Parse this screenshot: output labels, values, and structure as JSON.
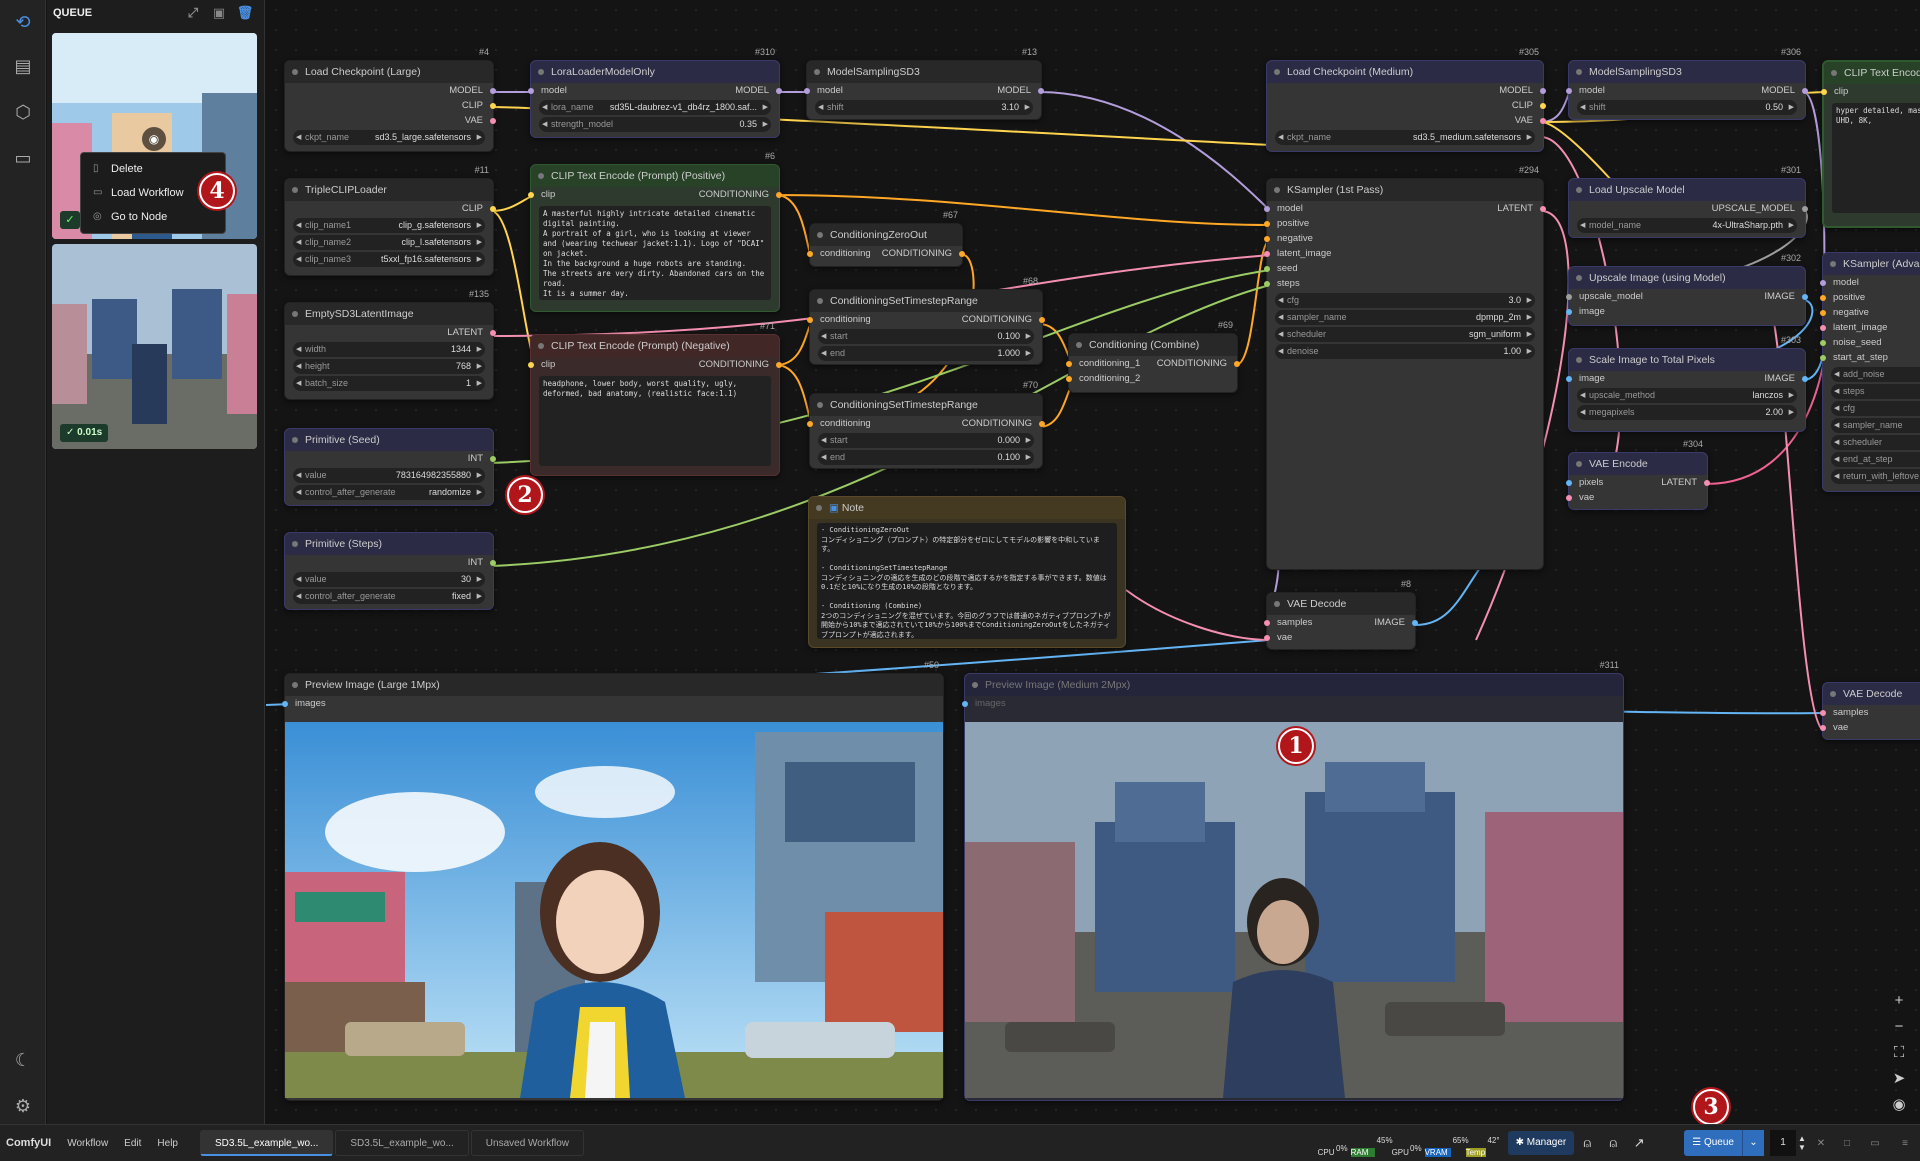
{
  "app": {
    "name": "ComfyUI"
  },
  "menu": [
    "Workflow",
    "Edit",
    "Help"
  ],
  "tabs": [
    {
      "label": "SD3.5L_example_wo...",
      "active": true
    },
    {
      "label": "SD3.5L_example_wo...",
      "active": false
    },
    {
      "label": "Unsaved Workflow",
      "active": false
    }
  ],
  "queue_panel": {
    "title": "QUEUE",
    "item2_time": "0.01s"
  },
  "context_menu": {
    "delete": "Delete",
    "load": "Load Workflow",
    "goto": "Go to Node"
  },
  "stats": {
    "cpu_label": "CPU",
    "cpu": "0%",
    "ram_label": "RAM",
    "ram": "45%",
    "gpu_label": "GPU",
    "gpu": "0%",
    "vram_label": "VRAM",
    "vram": "65%",
    "temp_label": "Temp",
    "temp": "42°"
  },
  "toolbar": {
    "manager": "Manager",
    "queue": "Queue",
    "count": "1"
  },
  "badges": {
    "b1": "1",
    "b2": "2",
    "b3": "3",
    "b4": "4"
  },
  "nodes": {
    "n4": {
      "id": "#4",
      "title": "Load Checkpoint (Large)",
      "out1": "MODEL",
      "out2": "CLIP",
      "out3": "VAE",
      "w_label": "ckpt_name",
      "w_value": "sd3.5_large.safetensors"
    },
    "n310": {
      "id": "#310",
      "title": "LoraLoaderModelOnly",
      "in": "model",
      "out": "MODEL",
      "w1_label": "lora_name",
      "w1_value": "sd35L-daubrez-v1_db4rz_1800.saf...",
      "w2_label": "strength_model",
      "w2_value": "0.35"
    },
    "n13": {
      "id": "#13",
      "title": "ModelSamplingSD3",
      "in": "model",
      "out": "MODEL",
      "w_label": "shift",
      "w_value": "3.10"
    },
    "n305": {
      "id": "#305",
      "title": "Load Checkpoint (Medium)",
      "out1": "MODEL",
      "out2": "CLIP",
      "out3": "VAE",
      "w_label": "ckpt_name",
      "w_value": "sd3.5_medium.safetensors"
    },
    "n306": {
      "id": "#306",
      "title": "ModelSamplingSD3",
      "in": "model",
      "out": "MODEL",
      "w_label": "shift",
      "w_value": "0.50"
    },
    "n_clipR": {
      "title": "CLIP Text Encod",
      "in": "clip",
      "text": "hyper detailed, mast\nUHD, 8K,"
    },
    "n11": {
      "id": "#11",
      "title": "TripleCLIPLoader",
      "out": "CLIP",
      "w1_label": "clip_name1",
      "w1_value": "clip_g.safetensors",
      "w2_label": "clip_name2",
      "w2_value": "clip_l.safetensors",
      "w3_label": "clip_name3",
      "w3_value": "t5xxl_fp16.safetensors"
    },
    "n6": {
      "id": "#6",
      "title": "CLIP Text Encode (Prompt) (Positive)",
      "in": "clip",
      "out": "CONDITIONING",
      "text": "A masterful highly intricate detailed cinematic digital painting.\nA portrait of a girl, who is looking at viewer and (wearing techwear jacket:1.1). Logo of \"DCAI\" on jacket.\nIn the background a huge robots are standing.\nThe streets are very dirty. Abandoned cars on the road.\nIt is a summer day.\nColorful buildings stand in ruins, and grass and trees grow everywhere."
    },
    "n67": {
      "id": "#67",
      "title": "ConditioningZeroOut",
      "in": "conditioning",
      "out": "CONDITIONING"
    },
    "n135": {
      "id": "#135",
      "title": "EmptySD3LatentImage",
      "out": "LATENT",
      "w1_label": "width",
      "w1_value": "1344",
      "w2_label": "height",
      "w2_value": "768",
      "w3_label": "batch_size",
      "w3_value": "1"
    },
    "n71": {
      "id": "#71",
      "title": "CLIP Text Encode (Prompt) (Negative)",
      "in": "clip",
      "out": "CONDITIONING",
      "text": "headphone, lower body, worst quality, ugly, deformed, bad anatomy, (realistic face:1.1)"
    },
    "n68": {
      "id": "#68",
      "title": "ConditioningSetTimestepRange",
      "in": "conditioning",
      "out": "CONDITIONING",
      "w1_label": "start",
      "w1_value": "0.100",
      "w2_label": "end",
      "w2_value": "1.000"
    },
    "n70": {
      "id": "#70",
      "title": "ConditioningSetTimestepRange",
      "in": "conditioning",
      "out": "CONDITIONING",
      "w1_label": "start",
      "w1_value": "0.000",
      "w2_label": "end",
      "w2_value": "0.100"
    },
    "n69": {
      "id": "#69",
      "title": "Conditioning (Combine)",
      "in1": "conditioning_1",
      "in2": "conditioning_2",
      "out": "CONDITIONING"
    },
    "n294": {
      "id": "#294",
      "title": "KSampler (1st Pass)",
      "in1": "model",
      "in2": "positive",
      "in3": "negative",
      "in4": "latent_image",
      "in5": "seed",
      "in6": "steps",
      "out": "LATENT",
      "w1_label": "cfg",
      "w1_value": "3.0",
      "w2_label": "sampler_name",
      "w2_value": "dpmpp_2m",
      "w3_label": "scheduler",
      "w3_value": "sgm_uniform",
      "w4_label": "denoise",
      "w4_value": "1.00"
    },
    "n301": {
      "id": "#301",
      "title": "Load Upscale Model",
      "out": "UPSCALE_MODEL",
      "w_label": "model_name",
      "w_value": "4x-UltraSharp.pth"
    },
    "n302": {
      "id": "#302",
      "title": "Upscale Image (using Model)",
      "in1": "upscale_model",
      "in2": "image",
      "out": "IMAGE"
    },
    "n303": {
      "id": "#303",
      "title": "Scale Image to Total Pixels",
      "in": "image",
      "out": "IMAGE",
      "w1_label": "upscale_method",
      "w1_value": "lanczos",
      "w2_label": "megapixels",
      "w2_value": "2.00"
    },
    "n304": {
      "id": "#304",
      "title": "VAE Encode",
      "in1": "pixels",
      "in2": "vae",
      "out": "LATENT"
    },
    "n_ks2": {
      "title": "KSampler (Adva",
      "in1": "model",
      "in2": "positive",
      "in3": "negative",
      "in4": "latent_image",
      "in5": "noise_seed",
      "in6": "start_at_step",
      "w1": "add_noise",
      "w2": "steps",
      "w3": "cfg",
      "w4": "sampler_name",
      "w5": "scheduler",
      "w6": "end_at_step",
      "w7": "return_with_leftove"
    },
    "seed": {
      "title": "Primitive (Seed)",
      "out": "INT",
      "w1_label": "value",
      "w1_value": "783164982355880",
      "w2_label": "control_after_generate",
      "w2_value": "randomize"
    },
    "steps": {
      "title": "Primitive (Steps)",
      "out": "INT",
      "w1_label": "value",
      "w1_value": "30",
      "w2_label": "control_after_generate",
      "w2_value": "fixed"
    },
    "note": {
      "title": "Note",
      "text": "- ConditioningZeroOut\nコンディショニング（プロンプト）の特定部分をゼロにしてモデルの影響を中和しています。\n\n- ConditioningSetTimestepRange\nコンディショニングの適応を生成のどの段階で適応するかを指定する事ができます。数値は0.1だと10%になり生成の10%の段階となります。\n\n- Conditioning (Combine)\n2つのコンディショニングを混ぜています。今回のグラフでは普通のネガティブプロンプトが開始から10%まで適応されていて10%から100%までConditioningZeroOutをしたネガティブプロンプトが適応されます。"
    },
    "n8": {
      "id": "#8",
      "title": "VAE Decode",
      "in1": "samples",
      "in2": "vae",
      "out": "IMAGE"
    },
    "n50": {
      "id": "#50",
      "title": "Preview Image (Large 1Mpx)",
      "in": "images"
    },
    "n311": {
      "id": "#311",
      "title": "Preview Image (Medium 2Mpx)",
      "in": "images"
    },
    "n_vae2": {
      "title": "VAE Decode",
      "in1": "samples",
      "in2": "vae"
    }
  }
}
